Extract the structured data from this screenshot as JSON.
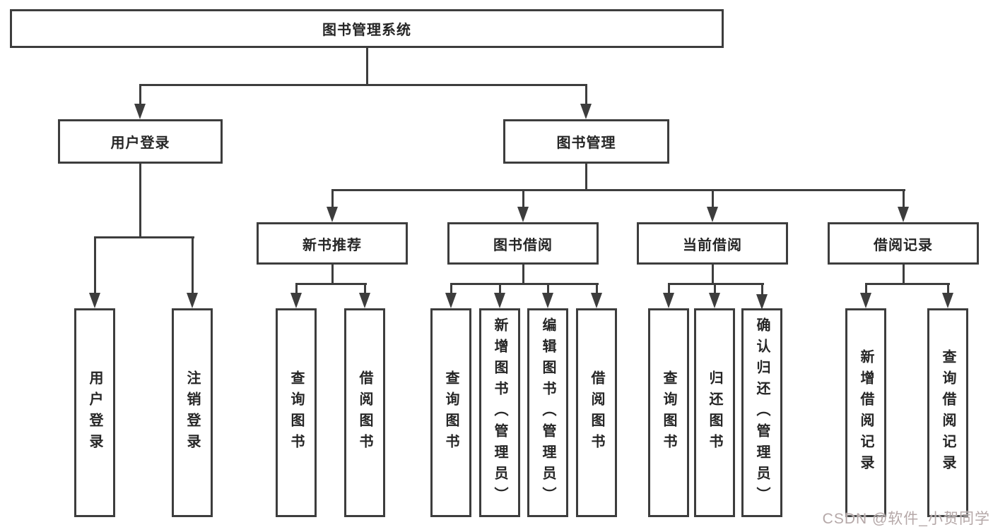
{
  "nodes": {
    "root": {
      "label": "图书管理系统"
    },
    "level2": [
      {
        "label": "用户登录"
      },
      {
        "label": "图书管理"
      }
    ],
    "level3": [
      {
        "label": "新书推荐"
      },
      {
        "label": "图书借阅"
      },
      {
        "label": "当前借阅"
      },
      {
        "label": "借阅记录"
      }
    ],
    "leaves": {
      "user_login_group": [
        "用户登录",
        "注销登录"
      ],
      "new_book_group": [
        "查询图书",
        "借阅图书"
      ],
      "borrow_group": [
        "查询图书",
        "新增图书（管理员）",
        "编辑图书（管理员）",
        "借阅图书"
      ],
      "current_group": [
        "查询图书",
        "归还图书",
        "确认归还（管理员）"
      ],
      "record_group": [
        "新增借阅记录",
        "查询借阅记录"
      ]
    }
  },
  "watermark": {
    "text": "CSDN @软件_小贺同学"
  },
  "colors": {
    "line": "#3d3d3d",
    "text": "#262626",
    "box_fill": "#ffffff",
    "background": "#ffffff",
    "watermark": "#b5a8a8"
  }
}
